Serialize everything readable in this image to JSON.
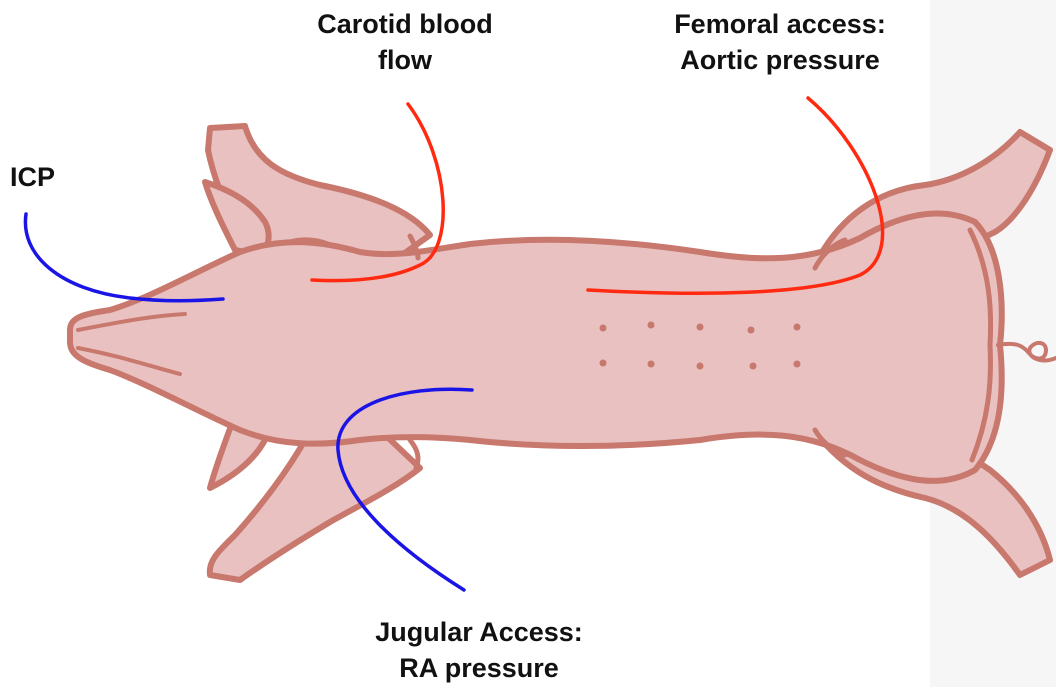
{
  "labels": {
    "carotid": {
      "line1": "Carotid blood",
      "line2": "flow"
    },
    "femoral": {
      "line1": "Femoral access:",
      "line2": "Aortic pressure"
    },
    "icp": "ICP",
    "jugular": {
      "line1": "Jugular Access:",
      "line2": "RA pressure"
    }
  },
  "colors": {
    "arterial_line": "#ff2a10",
    "venous_line": "#1a14e6",
    "pig_fill": "#e8c1c0",
    "pig_outline": "#c8786d",
    "label_text": "#111111"
  }
}
